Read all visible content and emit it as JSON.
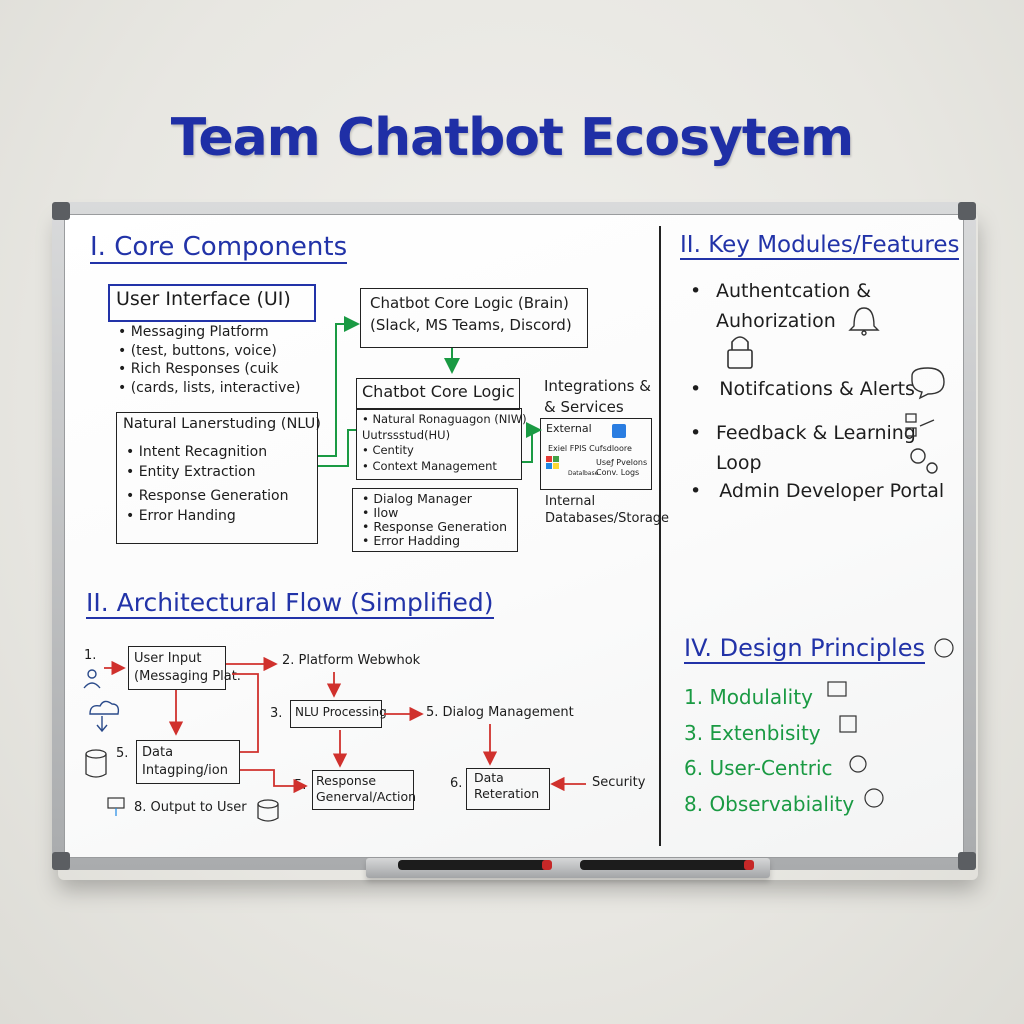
{
  "title": "Team Chatbot Ecosytem",
  "colors": {
    "blue_ink": "#2233a8",
    "green_ink": "#1a9a43",
    "red_ink": "#d0312d",
    "black_ink": "#1d1d1d"
  },
  "core": {
    "heading": "I. Core Components",
    "ui_box": "User Interface (UI)",
    "ui_items": [
      "• Messaging Platform",
      "• (test, buttons, voice)",
      "• Rich Responses (cuik",
      "• (cards, lists, interactive)"
    ],
    "nlu_box_title": "Natural Lanerstuding (NLU)",
    "nlu_items": [
      "• Intent Recagnition",
      "• Entity Extraction",
      "• Response Generation",
      "• Error Handing"
    ],
    "brain_box": [
      "Chatbot Core Logic (Brain)",
      "(Slack, MS Teams, Discord)"
    ],
    "core_logic_box": "Chatbot Core Logic",
    "core_logic_items": [
      "• Natural Ronaguagon (NIW)",
      "  Uutrssstud(HU)",
      "• Centity",
      "• Context Management"
    ],
    "dialog_items": [
      "• Dialog Manager",
      "• Ilow",
      "• Response Generation",
      "• Error Hadding"
    ],
    "integrations_title": [
      "Integrations &",
      "& Services"
    ],
    "integrations_box": [
      "External",
      "Exiel FPIS Cufsdloore",
      "Useƒ Pvelons",
      "Conv. Logs",
      "Datalbase"
    ],
    "internal": [
      "Internal",
      "Databases/Storage"
    ]
  },
  "modules": {
    "heading": "II. Key Modules/Features",
    "items": [
      [
        "•",
        "Authentcation &",
        "Auhorization"
      ],
      [
        "•",
        "Notifcations & Alerts"
      ],
      [
        "•",
        "Feedback & Learning",
        "Loop"
      ],
      [
        "•",
        "Admin Developer Portal"
      ]
    ]
  },
  "flow": {
    "heading": "II. Architectural Flow (Simplified)",
    "step1_num": "1.",
    "step1": [
      "User Input",
      "(Messaging Plat."
    ],
    "step2": "2. Platform Webwhok",
    "step3_num": "3.",
    "step3": "NLU Processing",
    "step5_dialog": "5. Dialog Management",
    "step5_data_num": "5.",
    "step5_data": [
      "Data",
      "Intagping/ion"
    ],
    "step5_resp_num": "5.",
    "step5_resp": [
      "Response",
      "Generval/Action"
    ],
    "step6_num": "6.",
    "step6": [
      "Data",
      "Reteration"
    ],
    "security": "Security",
    "step8": "8. Output to User"
  },
  "principles": {
    "heading": "IV. Design Principles",
    "items": [
      "1. Modulality",
      "3. Extenbisity",
      "6. User-Centric",
      "8. Observabiality"
    ]
  }
}
